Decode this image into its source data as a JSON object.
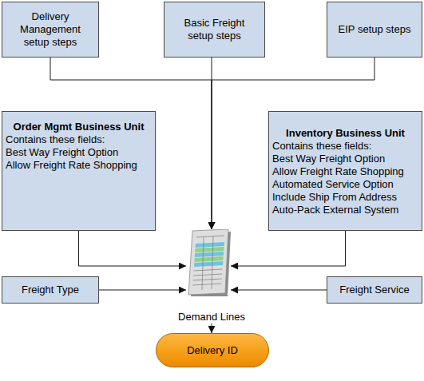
{
  "diagram": {
    "nodes": [
      {
        "text": [
          "Delivery Management setup steps"
        ]
      },
      {
        "text": [
          "Basic Freight setup steps"
        ]
      },
      {
        "text": [
          "EIP setup steps"
        ]
      },
      {
        "text": [
          "Order Mgmt Business Unit",
          "Contains these fields:",
          "Best Way Freight Option",
          "Allow Freight Rate Shopping"
        ]
      },
      {
        "text": [
          "Inventory Business Unit",
          "Contains these fields:",
          "Best Way Freight Option",
          "Allow Freight Rate Shopping",
          "Automated Service Option",
          "Include Ship From Address",
          "Auto-Pack External System"
        ]
      },
      {
        "text": [
          "Freight Type"
        ]
      },
      {
        "text": [
          "Demand Lines"
        ]
      },
      {
        "text": [
          "Freight Service"
        ]
      },
      {
        "text": [
          "Delivery ID"
        ]
      }
    ],
    "edges": [
      {
        "from": 0,
        "to": 6,
        "arrow": "to"
      },
      {
        "from": 1,
        "to": 6,
        "arrow": "to"
      },
      {
        "from": 2,
        "to": 6,
        "arrow": "to"
      },
      {
        "from": 3,
        "to": 6,
        "arrow": "to"
      },
      {
        "from": 4,
        "to": 6,
        "arrow": "to"
      },
      {
        "from": 5,
        "to": 6,
        "arrow": "to"
      },
      {
        "from": 7,
        "to": 6,
        "arrow": "to"
      },
      {
        "from": 6,
        "to": 8,
        "arrow": "to"
      }
    ]
  }
}
